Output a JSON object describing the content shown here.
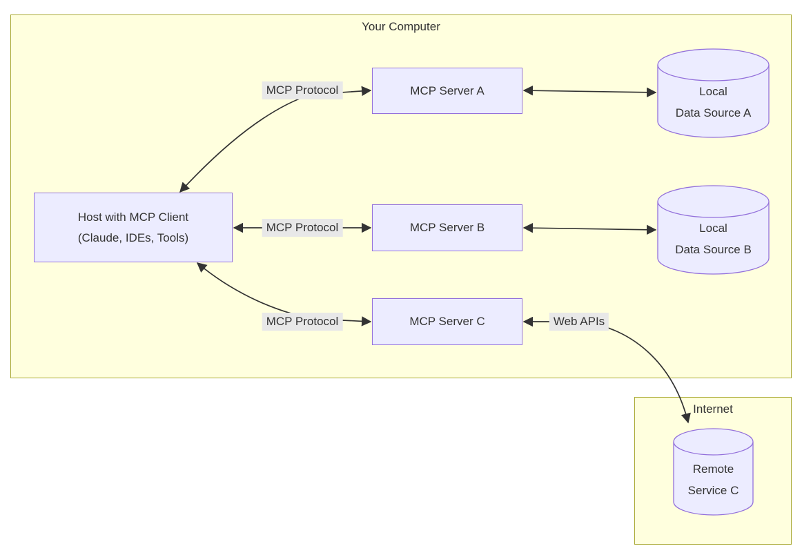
{
  "subgraphs": {
    "your_computer": {
      "title": "Your Computer"
    },
    "internet": {
      "title": "Internet"
    }
  },
  "nodes": {
    "host": {
      "lines": [
        "Host with MCP Client",
        "(Claude, IDEs, Tools)"
      ]
    },
    "server_a": {
      "label": "MCP Server A"
    },
    "server_b": {
      "label": "MCP Server B"
    },
    "server_c": {
      "label": "MCP Server C"
    },
    "data_source_a": {
      "lines": [
        "Local",
        "Data Source A"
      ]
    },
    "data_source_b": {
      "lines": [
        "Local",
        "Data Source B"
      ]
    },
    "remote_service_c": {
      "lines": [
        "Remote",
        "Service C"
      ]
    }
  },
  "edge_labels": {
    "host_server_a": "MCP Protocol",
    "host_server_b": "MCP Protocol",
    "host_server_c": "MCP Protocol",
    "server_c_remote": "Web APIs"
  },
  "colors": {
    "subgraph_fill": "#ffffde",
    "subgraph_border": "#aaaa33",
    "node_fill": "#ececff",
    "node_border": "#9370db",
    "edge_label_bg": "#e8e8e8",
    "line": "#333333",
    "text": "#333333"
  }
}
